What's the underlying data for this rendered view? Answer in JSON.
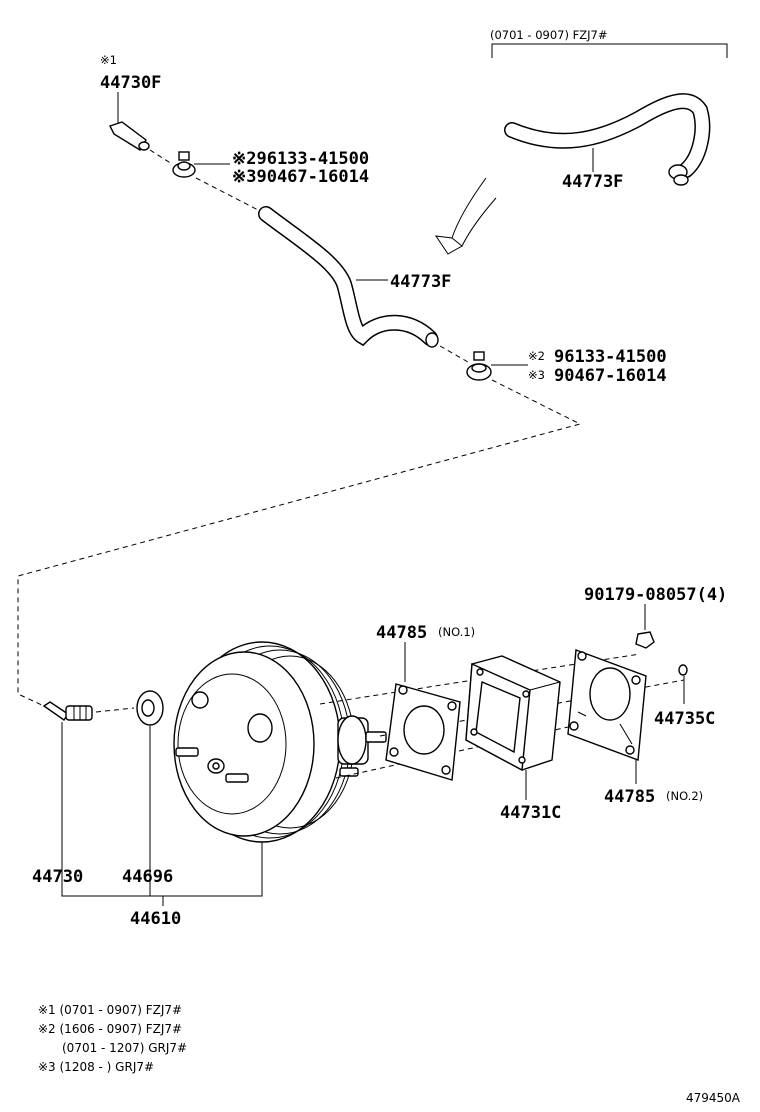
{
  "header": {
    "range_note": "(0701 - 0907) FZJ7#"
  },
  "callouts": {
    "part_44730f_mark": "※1",
    "part_44730f": "44730F",
    "clamp_top_line1": "※296133-41500",
    "clamp_top_line2": "※390467-16014",
    "hose_upper": "44773F",
    "hose_lower": "44773F",
    "clamp_mid_mark1": "※2",
    "clamp_mid_num1": "96133-41500",
    "clamp_mid_mark2": "※3",
    "clamp_mid_num2": "90467-16014",
    "bolt": "90179-08057(4)",
    "gasket1": "44785",
    "gasket1_suffix": "(NO.1)",
    "washer": "44735C",
    "spacer": "44731C",
    "gasket2": "44785",
    "gasket2_suffix": "(NO.2)",
    "fitting": "44730",
    "grommet": "44696",
    "booster": "44610"
  },
  "notes": [
    "※1 (0701 - 0907) FZJ7#",
    "※2 (1606 - 0907) FZJ7#",
    "(0701 - 1207) GRJ7#",
    "※3 (1208 -         ) GRJ7#"
  ],
  "footer": {
    "diagram_id": "479450A"
  }
}
